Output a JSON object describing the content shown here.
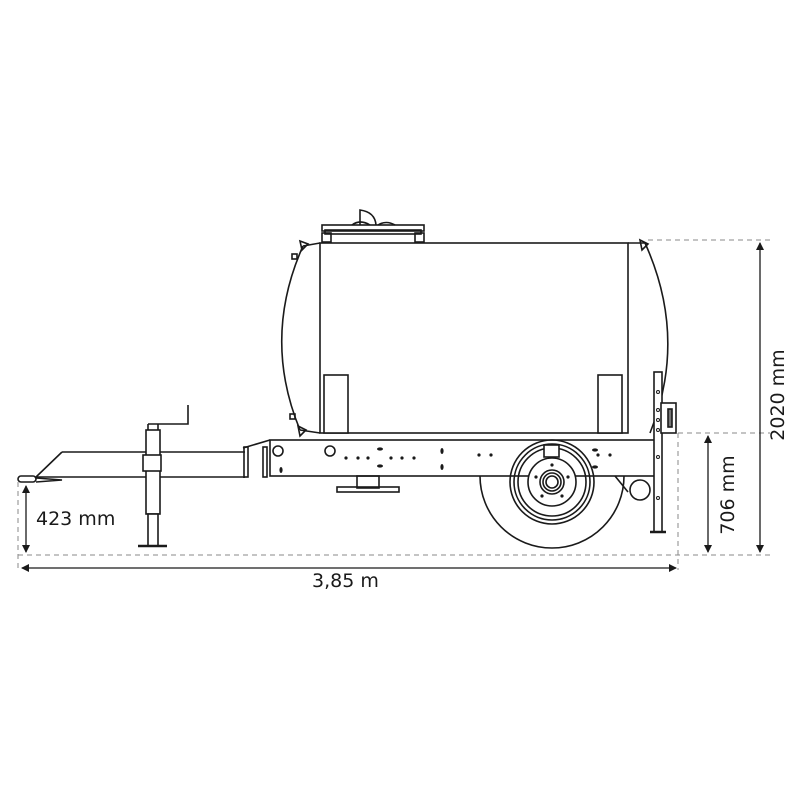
{
  "drawing": {
    "subject": "water tank trailer side elevation",
    "line_color": "#1a1a1a",
    "dimension_line_color": "#8a8a8a"
  },
  "dimensions": {
    "overall_length": "3,85 m",
    "drawbar_height": "423 mm",
    "chassis_height": "706 mm",
    "overall_height": "2020 mm"
  }
}
